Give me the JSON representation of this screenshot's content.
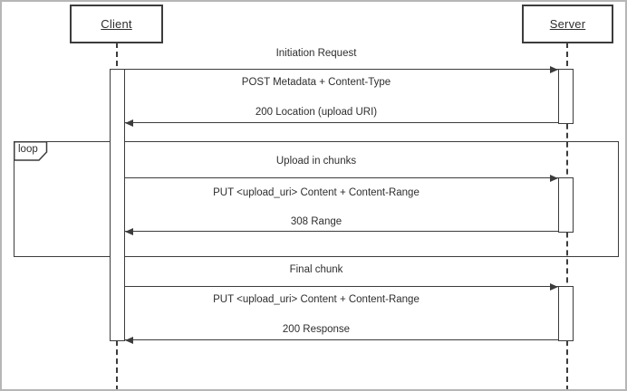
{
  "diagram": {
    "kind": "uml-sequence-diagram",
    "actors": [
      {
        "id": "client",
        "label": "Client"
      },
      {
        "id": "server",
        "label": "Server"
      }
    ],
    "loop_operator": "loop",
    "sections": [
      {
        "title": "Initiation Request",
        "in_fragment": null,
        "request": {
          "text": "POST Metadata + Content-Type",
          "from": "client",
          "to": "server",
          "arrow": "right"
        },
        "response": {
          "text": "200 Location (upload URI)",
          "from": "server",
          "to": "client",
          "arrow": "left"
        }
      },
      {
        "title": "Upload in chunks",
        "in_fragment": "loop",
        "request": {
          "text": "PUT <upload_uri> Content + Content-Range",
          "from": "client",
          "to": "server",
          "arrow": "right"
        },
        "response": {
          "text": "308 Range",
          "from": "server",
          "to": "client",
          "arrow": "left"
        }
      },
      {
        "title": "Final chunk",
        "in_fragment": null,
        "request": {
          "text": "PUT <upload_uri> Content + Content-Range",
          "from": "client",
          "to": "server",
          "arrow": "right"
        },
        "response": {
          "text": "200 Response",
          "from": "server",
          "to": "client",
          "arrow": "left"
        }
      }
    ],
    "colors": {
      "line": "#3c3c3c",
      "text": "#2e2e2e",
      "background": "#ffffff",
      "outer_border": "#b6b6b6"
    }
  }
}
